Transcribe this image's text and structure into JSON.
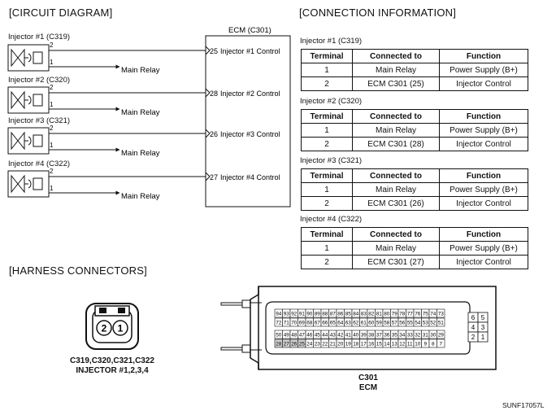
{
  "sections": {
    "circuit": "[CIRCUIT DIAGRAM]",
    "connection": "[CONNECTION INFORMATION]",
    "harness": "[HARNESS CONNECTORS]"
  },
  "ecm": {
    "title": "ECM (C301)",
    "pins": [
      {
        "pin": "25",
        "label": "Injector #1 Control"
      },
      {
        "pin": "28",
        "label": "Injector #2 Control"
      },
      {
        "pin": "26",
        "label": "Injector #3 Control"
      },
      {
        "pin": "27",
        "label": "Injector #4 Control"
      }
    ]
  },
  "injectors": [
    {
      "name": "Injector #1 (C319)",
      "pin2": "2",
      "pin1": "1",
      "relay": "Main Relay"
    },
    {
      "name": "Injector #2 (C320)",
      "pin2": "2",
      "pin1": "1",
      "relay": "Main Relay"
    },
    {
      "name": "Injector #3 (C321)",
      "pin2": "2",
      "pin1": "1",
      "relay": "Main Relay"
    },
    {
      "name": "Injector #4 (C322)",
      "pin2": "2",
      "pin1": "1",
      "relay": "Main Relay"
    }
  ],
  "connection_tables": [
    {
      "title": "Injector #1 (C319)",
      "headers": [
        "Terminal",
        "Connected to",
        "Function"
      ],
      "rows": [
        [
          "1",
          "Main Relay",
          "Power Supply (B+)"
        ],
        [
          "2",
          "ECM C301 (25)",
          "Injector Control"
        ]
      ]
    },
    {
      "title": "Injector #2 (C320)",
      "headers": [
        "Terminal",
        "Connected to",
        "Function"
      ],
      "rows": [
        [
          "1",
          "Main Relay",
          "Power Supply (B+)"
        ],
        [
          "2",
          "ECM C301 (28)",
          "Injector Control"
        ]
      ]
    },
    {
      "title": "Injector #3 (C321)",
      "headers": [
        "Terminal",
        "Connected to",
        "Function"
      ],
      "rows": [
        [
          "1",
          "Main Relay",
          "Power Supply (B+)"
        ],
        [
          "2",
          "ECM C301 (26)",
          "Injector Control"
        ]
      ]
    },
    {
      "title": "Injector #4 (C322)",
      "headers": [
        "Terminal",
        "Connected to",
        "Function"
      ],
      "rows": [
        [
          "1",
          "Main Relay",
          "Power Supply (B+)"
        ],
        [
          "2",
          "ECM C301 (27)",
          "Injector Control"
        ]
      ]
    }
  ],
  "injector_connector": {
    "pins": [
      "2",
      "1"
    ],
    "caption_line1": "C319,C320,C321,C322",
    "caption_line2": "INJECTOR #1,2,3,4"
  },
  "ecm_connector": {
    "rows": [
      [
        "94",
        "93",
        "92",
        "91",
        "90",
        "89",
        "88",
        "87",
        "86",
        "85",
        "84",
        "83",
        "82",
        "81",
        "80",
        "79",
        "78",
        "77",
        "76",
        "75",
        "74",
        "73"
      ],
      [
        "72",
        "71",
        "70",
        "69",
        "68",
        "67",
        "66",
        "65",
        "64",
        "63",
        "62",
        "61",
        "60",
        "59",
        "58",
        "57",
        "56",
        "55",
        "54",
        "53",
        "52",
        "51"
      ],
      [
        "50",
        "49",
        "48",
        "47",
        "46",
        "45",
        "44",
        "43",
        "42",
        "41",
        "40",
        "39",
        "38",
        "37",
        "36",
        "35",
        "34",
        "33",
        "32",
        "31",
        "30",
        "29"
      ],
      [
        "28",
        "27",
        "26",
        "25",
        "24",
        "23",
        "22",
        "21",
        "20",
        "19",
        "18",
        "17",
        "16",
        "15",
        "14",
        "13",
        "12",
        "11",
        "10",
        "9",
        "8",
        "7"
      ]
    ],
    "side_pins": [
      [
        "6",
        "5"
      ],
      [
        "4",
        "3"
      ],
      [
        "2",
        "1"
      ]
    ],
    "caption_line1": "C301",
    "caption_line2": "ECM"
  },
  "sheet_code": "SUNF17057L"
}
